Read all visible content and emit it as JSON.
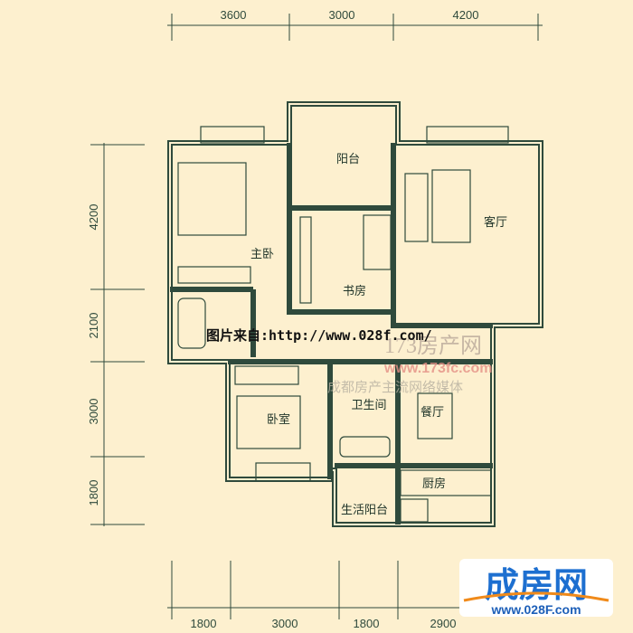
{
  "dimensions": {
    "top": [
      "3600",
      "3000",
      "4200"
    ],
    "left": [
      "4200",
      "2100",
      "3000",
      "1800"
    ],
    "bottom": [
      "1800",
      "3000",
      "1800",
      "2900"
    ]
  },
  "rooms": {
    "master_bedroom": "主卧",
    "balcony": "阳台",
    "study": "书房",
    "living_room": "客厅",
    "bedroom": "卧室",
    "bathroom": "卫生间",
    "dining_room": "餐厅",
    "kitchen": "厨房",
    "utility_balcony": "生活阳台"
  },
  "watermarks": {
    "source": "图片来自:http://www.028f.com/",
    "site_173": "173房产网",
    "site_173_url": "www.173fc.com",
    "site_173_slogan": "成都房产主流网络媒体"
  },
  "logo": {
    "name": "成房网",
    "url": "www.028F.com",
    "color": "#1d6fd0"
  },
  "colors": {
    "background": "#fdf0cf",
    "walls": "#2f4a3c"
  }
}
